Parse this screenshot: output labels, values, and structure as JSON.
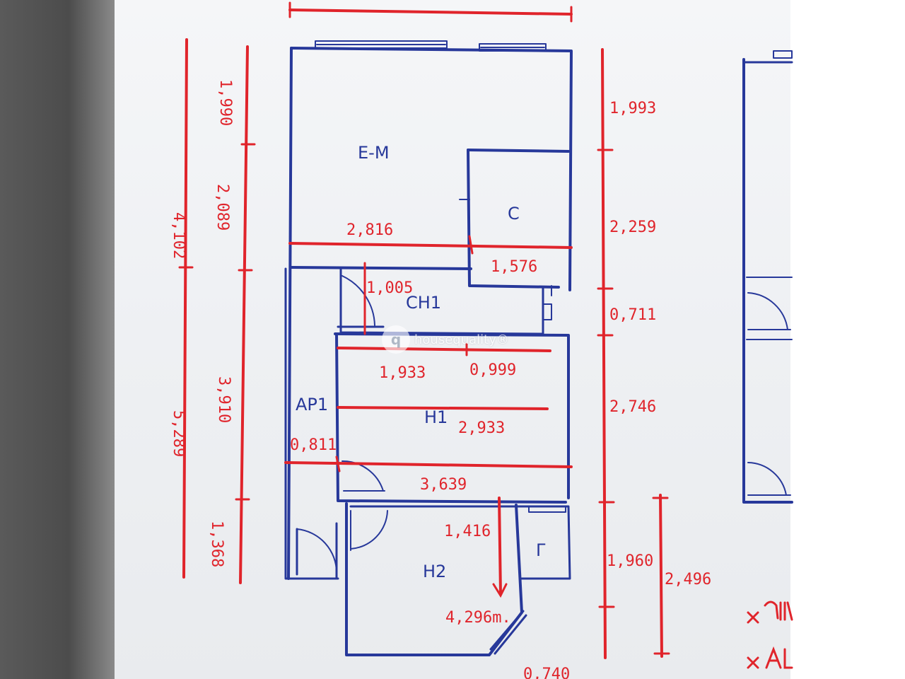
{
  "rooms": {
    "em": "E-M",
    "c": "C",
    "ch1": "CH1",
    "h1": "H1",
    "ap1": "AP1",
    "h2": "H2",
    "closet": "Γ"
  },
  "dimensions": {
    "top_width": "",
    "left_total": "4,102",
    "left_total2": "5,289",
    "left_a": "1,990",
    "left_b": "2,089",
    "left_c": "3,910",
    "left_d": "1,368",
    "right_a": "1,993",
    "right_b": "2,259",
    "right_c": "0,711",
    "right_d": "2,746",
    "right_e": "1,960",
    "right_f": "2,496",
    "em_width": "2,816",
    "c_width": "1,576",
    "ch1_height": "1,005",
    "row_a": "1,933",
    "row_b": "0,999",
    "h1_width": "2,933",
    "ap1_width": "0,811",
    "corridor_width": "3,639",
    "h2_depth": "1,416",
    "h2_area": "4,296m.",
    "bottom_right": "0,740"
  },
  "watermark": {
    "logo_letter": "q",
    "brand": "housequality®"
  },
  "colors": {
    "ink_blue": "#27389a",
    "ink_red": "#e0242b",
    "paper": "#f2f3f6"
  }
}
